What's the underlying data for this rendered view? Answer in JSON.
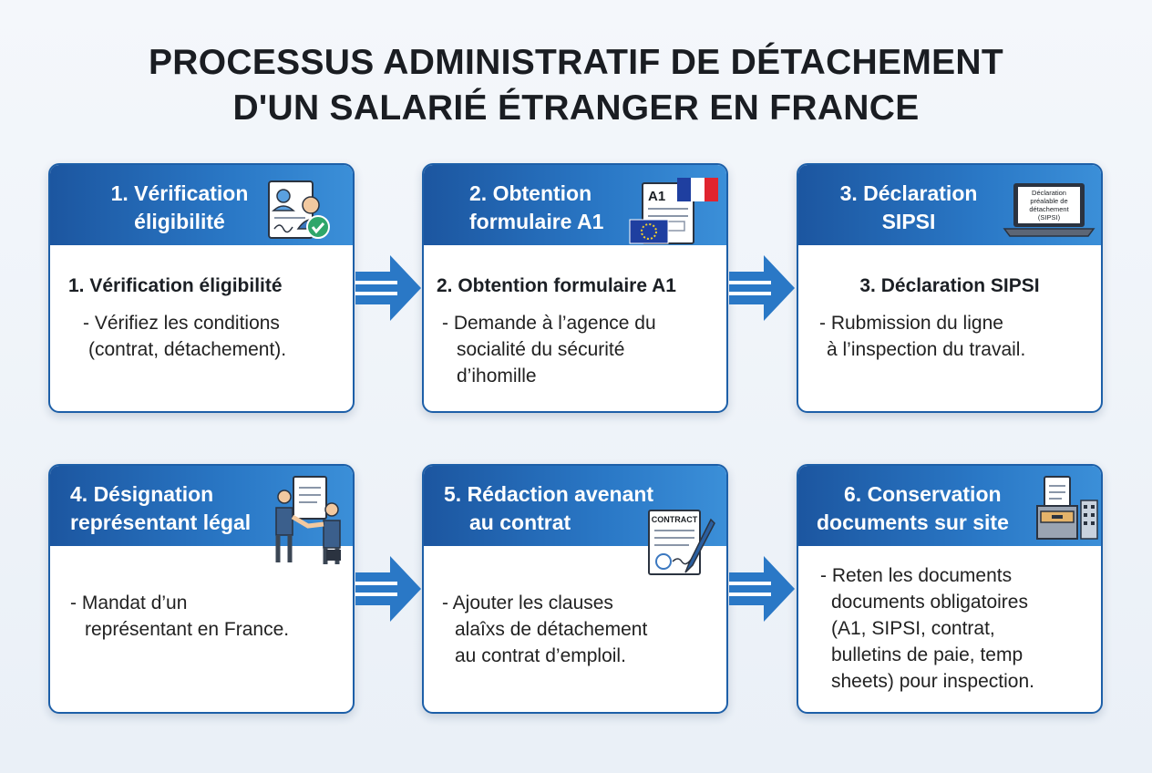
{
  "title": {
    "line1": "PROCESSUS ADMINISTRATIF DE DÉTACHEMENT",
    "line2": "D'UN SALARIÉ ÉTRANGER EN FRANCE"
  },
  "steps": [
    {
      "head": [
        "1. Vérification",
        "éligibilité"
      ],
      "subtitle": "1. Vérification éligibilité",
      "desc": [
        "- Vérifiez les conditions",
        "(contrat, détachement)."
      ],
      "icon": "document-person-check-icon"
    },
    {
      "head": [
        "2. Obtention",
        "formulaire A1"
      ],
      "subtitle": "2. Obtention formulaire A1",
      "desc": [
        "- Demande à l’agence du",
        "socialité du sécurité",
        "d’ihomille"
      ],
      "icon": "form-a1-flags-icon",
      "icon_label": "A1"
    },
    {
      "head": [
        "3. Déclaration",
        "SIPSI"
      ],
      "subtitle": "3. Déclaration SIPSI",
      "desc": [
        "- Rubmission du ligne",
        "à l’inspection du travail."
      ],
      "icon": "laptop-icon",
      "icon_label": [
        "Déclaration",
        "préalable de",
        "détachement",
        "(SIPSI)"
      ]
    },
    {
      "head": [
        "4. Désignation",
        "représentant légal"
      ],
      "desc": [
        "- Mandat d’un",
        "représentant en France."
      ],
      "icon": "handshake-icon"
    },
    {
      "head": [
        "5. Rédaction avenant",
        "au contrat"
      ],
      "desc": [
        "- Ajouter les clauses",
        "alaîxs de détachement",
        "au contrat d’emploil."
      ],
      "icon": "contract-pen-icon",
      "icon_label": "CONTRACT"
    },
    {
      "head": [
        "6. Conservation",
        "documents sur site"
      ],
      "desc": [
        "- Reten les documents",
        "documents obligatoires",
        "(A1, SIPSI, contrat,",
        "bulletins de paie, temp",
        "sheets) pour inspection."
      ],
      "icon": "archive-building-icon"
    }
  ],
  "colors": {
    "header_start": "#1c56a0",
    "header_end": "#3b8fd8",
    "border": "#1d5fa8",
    "arrow": "#2a78c6"
  }
}
